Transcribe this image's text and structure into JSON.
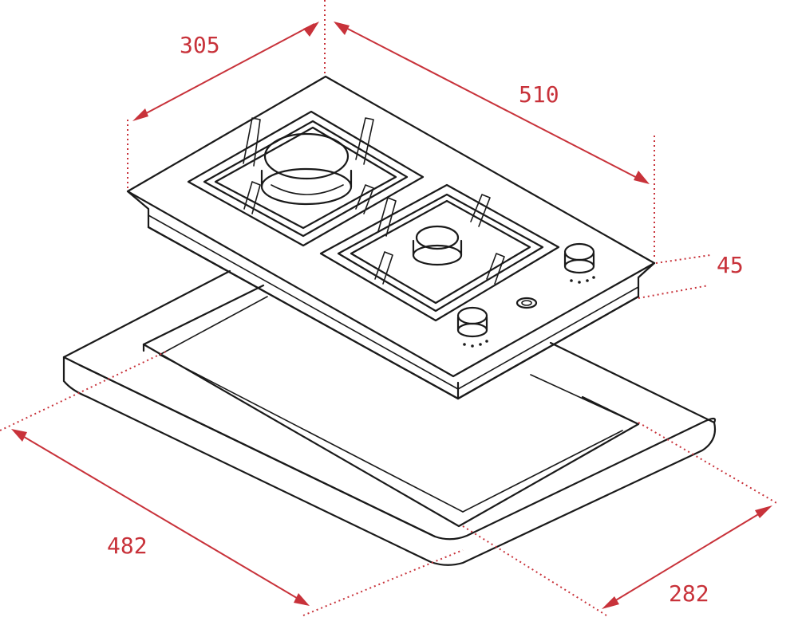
{
  "dimensions": {
    "width_depth": "305",
    "width_length": "510",
    "height": "45",
    "cutout_length": "482",
    "cutout_depth": "282"
  },
  "colors": {
    "dimension": "#c8323a",
    "outline": "#1a1a1a",
    "background": "#ffffff"
  }
}
